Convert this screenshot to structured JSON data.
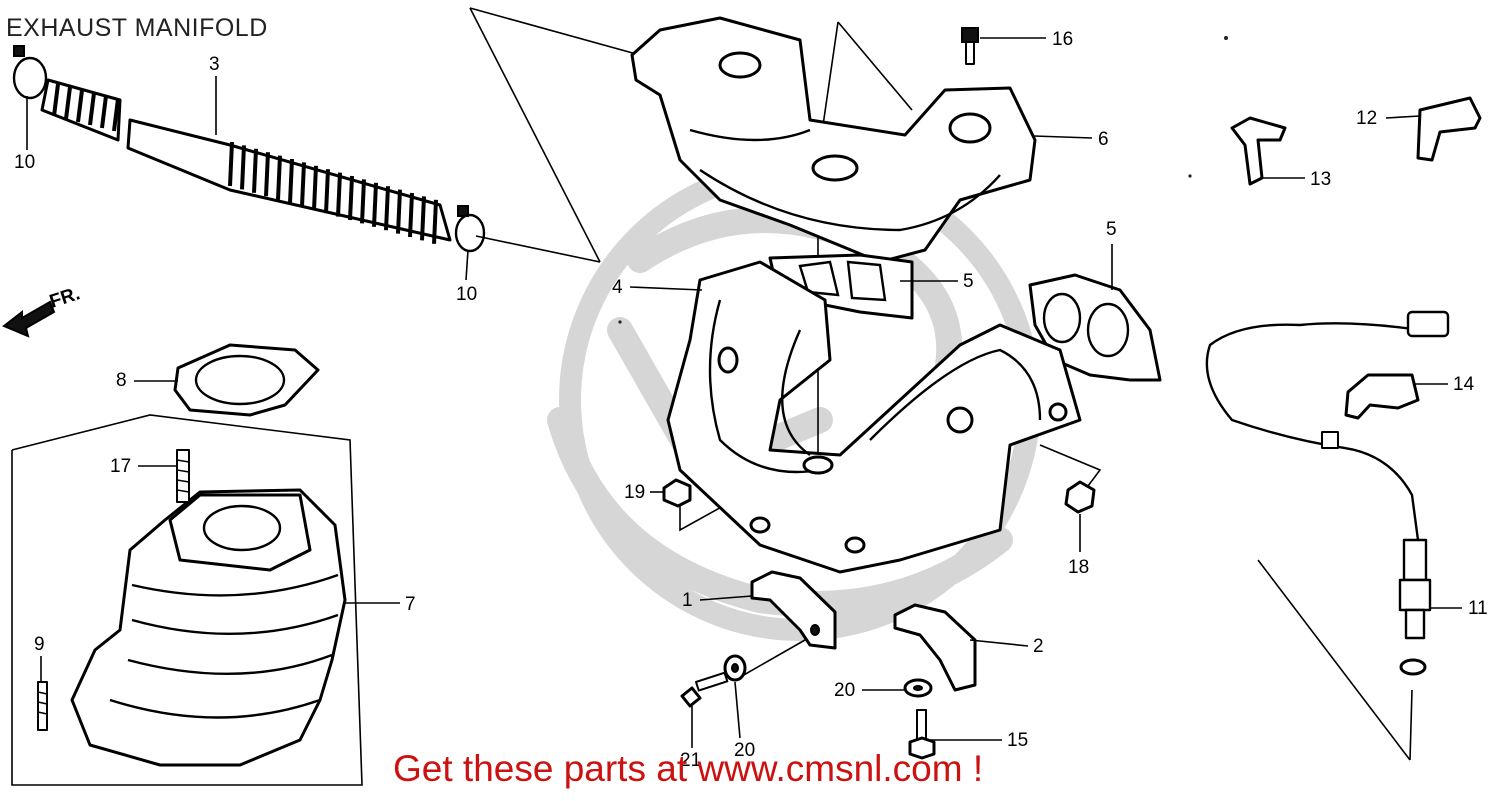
{
  "diagram": {
    "title": "EXHAUST MANIFOLD",
    "promo": "Get these parts at www.cmsnl.com !",
    "direction_label": "FR.",
    "callouts": [
      {
        "id": "c1",
        "label": "1"
      },
      {
        "id": "c2",
        "label": "2"
      },
      {
        "id": "c3",
        "label": "3"
      },
      {
        "id": "c4",
        "label": "4"
      },
      {
        "id": "c5a",
        "label": "5"
      },
      {
        "id": "c5b",
        "label": "5"
      },
      {
        "id": "c6",
        "label": "6"
      },
      {
        "id": "c7",
        "label": "7"
      },
      {
        "id": "c8",
        "label": "8"
      },
      {
        "id": "c9",
        "label": "9"
      },
      {
        "id": "c10a",
        "label": "10"
      },
      {
        "id": "c10b",
        "label": "10"
      },
      {
        "id": "c11",
        "label": "11"
      },
      {
        "id": "c12",
        "label": "12"
      },
      {
        "id": "c13",
        "label": "13"
      },
      {
        "id": "c14",
        "label": "14"
      },
      {
        "id": "c15",
        "label": "15"
      },
      {
        "id": "c16",
        "label": "16"
      },
      {
        "id": "c17",
        "label": "17"
      },
      {
        "id": "c18",
        "label": "18"
      },
      {
        "id": "c19",
        "label": "19"
      },
      {
        "id": "c20a",
        "label": "20"
      },
      {
        "id": "c20b",
        "label": "20"
      },
      {
        "id": "c21",
        "label": "21"
      }
    ],
    "colors": {
      "promo": "#cc1111",
      "line": "#000000",
      "watermark": "#d6d6d6"
    }
  }
}
